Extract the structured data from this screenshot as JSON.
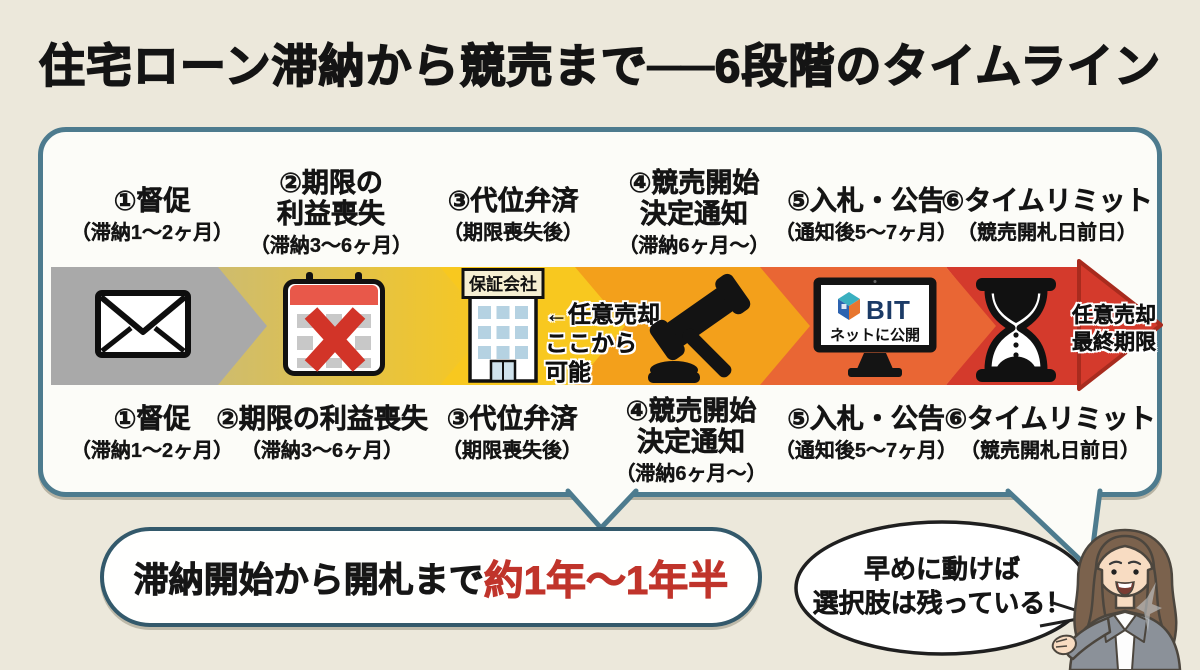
{
  "title": "住宅ローン滞納から競売まで──6段階のタイムライン",
  "stages_top": [
    {
      "name": "①督促",
      "sub": "（滞納1〜2ヶ月）"
    },
    {
      "name": "②期限の",
      "name2": "利益喪失",
      "sub": "（滞納3〜6ヶ月）"
    },
    {
      "name": "③代位弁済",
      "sub": "（期限喪失後）"
    },
    {
      "name": "④競売開始",
      "name2": "決定通知",
      "sub": "（滞納6ヶ月〜）"
    },
    {
      "name": "⑤入札・公告",
      "sub": "（通知後5〜7ヶ月）"
    },
    {
      "name": "⑥タイムリミット",
      "sub": "（競売開札日前日）"
    }
  ],
  "stages_bottom": [
    {
      "name": "①督促",
      "sub": "（滞納1〜2ヶ月）"
    },
    {
      "name": "②期限の利益喪失",
      "sub": "（滞納3〜6ヶ月）"
    },
    {
      "name": "③代位弁済",
      "sub": "（期限喪失後）"
    },
    {
      "name": "④競売開始",
      "name2": "決定通知",
      "sub": "（滞納6ヶ月〜）"
    },
    {
      "name": "⑤入札・公告",
      "sub": "（通知後5〜7ヶ月）"
    },
    {
      "name": "⑥タイムリミット",
      "sub": "（競売開札日前日）"
    }
  ],
  "band": {
    "sign": "保証会社",
    "note1": "←任意売却",
    "note2": "ここから",
    "note3": "可能",
    "monitor_logo": "BIT",
    "monitor_caption": "ネットに公開",
    "deadline1": "任意売却",
    "deadline2": "最終期限"
  },
  "summary": {
    "prefix": "滞納開始から開札まで",
    "highlight": "約1年〜1年半"
  },
  "bubble": {
    "line1": "早めに動けば",
    "line2": "選択肢は残っている！"
  },
  "colors": {
    "bg": "#ece8db",
    "box_border": "#4d7b8e",
    "gray": "#a9a9a9",
    "khaki": "#cebc6e",
    "yellow": "#f8c81f",
    "orange": "#f3a01b",
    "red_orange": "#e96634",
    "red": "#d43a2c",
    "arrow_edge": "#a82b1e",
    "calendar_red": "#e8584a",
    "window_blue": "#b5d2e2",
    "red_text": "#c0342b"
  }
}
